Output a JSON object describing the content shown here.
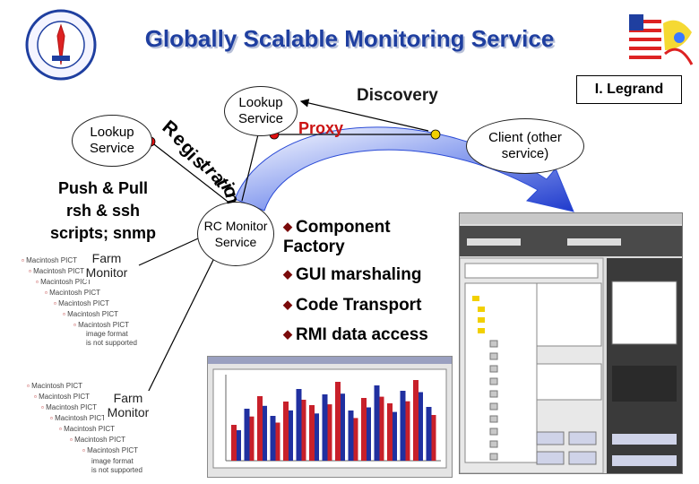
{
  "slide": {
    "title": "Globally Scalable Monitoring Service",
    "author": "I. Legrand"
  },
  "diagram": {
    "lookup_service_left": "Lookup Service",
    "lookup_service_top": "Lookup Service",
    "discovery": "Discovery",
    "proxy": "Proxy",
    "client": "Client (other service)",
    "registration_letters": [
      "R",
      "e",
      "g",
      "i",
      "s",
      "t",
      "r",
      "a",
      "t",
      "i",
      "o",
      "n"
    ],
    "push_pull_lines": [
      "Push & Pull",
      "rsh & ssh",
      "scripts; snmp"
    ],
    "rc_monitor": "RC Monitor Service",
    "farm_monitor_top": "Farm Monitor",
    "farm_monitor_bottom": "Farm Monitor",
    "pict_placeholder": [
      "Macintosh PICT",
      "image format",
      "is not supported"
    ]
  },
  "bullets": {
    "items": [
      "Component Factory",
      "GUI marshaling",
      "Code Transport",
      "RMI data access"
    ]
  },
  "colors": {
    "title_blue": "#1f3fa0",
    "proxy_red": "#cc1414",
    "node_red": "#e01010",
    "node_yellow": "#f2d000",
    "arrow_fill": "#2b4bd6",
    "bar_red": "#c8202a",
    "bar_blue": "#2030a0"
  }
}
